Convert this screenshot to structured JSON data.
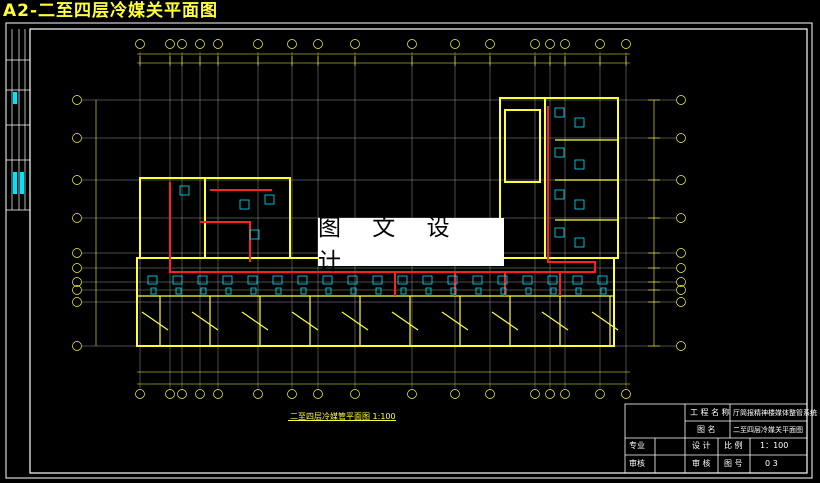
{
  "page": {
    "title": "A2-二至四层冷媒关平面图"
  },
  "watermark": "图 文 设 计",
  "plan": {
    "caption": "二至四层冷媒管平面图 1:100"
  },
  "title_block": {
    "project_label": "工 程 名 称",
    "project_value": "厅简报精神楼媒体整管系统",
    "drawing_name_label": "图 名",
    "drawing_name_value": "二至四层冷媒关平面图",
    "discipline_label": "专业",
    "design_label": "设 计",
    "scale_label": "比 例",
    "scale_value": "1：100",
    "review_label": "审核",
    "check_label": "审 核",
    "sheet_no_label": "图 号",
    "sheet_no_value": "0 3"
  },
  "colors": {
    "background": "#000000",
    "frame": "#ffffff",
    "walls": "#ffff3a",
    "refrigerant_pipe": "#ff2020",
    "units": "#00e5ff",
    "grid": "#9a9a9a"
  }
}
